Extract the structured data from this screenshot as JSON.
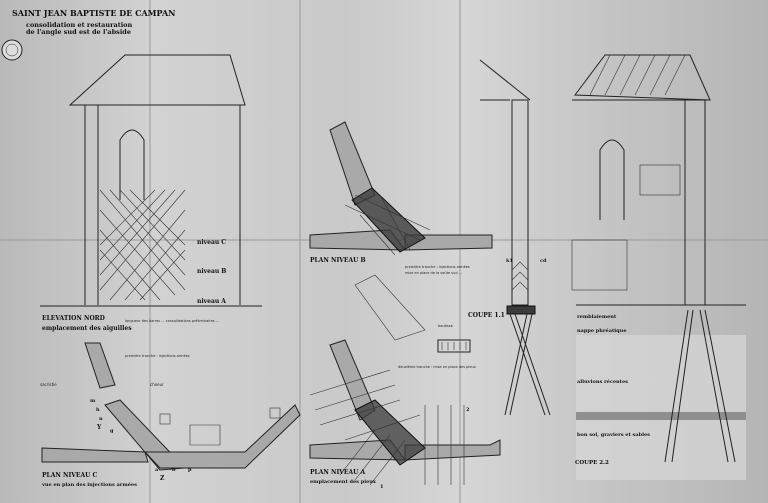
{
  "header": {
    "title": "SAINT JEAN BAPTISTE DE CAMPAN",
    "subtitle_1": "consolidation et restauration",
    "subtitle_2": "de l'angle sud est de l'abside",
    "stamp": "STAMP"
  },
  "elevation_nord": {
    "title": "ELEVATION NORD",
    "subtitle": "emplacement des aiguilles",
    "levels": [
      "niveau C",
      "niveau B",
      "niveau A"
    ],
    "note": "longueur des barres ... consolidations préliminaires ..."
  },
  "plan_niveau_b": {
    "title": "PLAN NIVEAU B",
    "note_1": "première tranche : injections armées",
    "note_2": "mise en place de la voûte sud ..."
  },
  "plan_niveau_c": {
    "title": "PLAN NIVEAU C",
    "subtitle": "vue en plan des injections armées",
    "rooms": [
      "sacristie",
      "choeur"
    ],
    "note": "première tranche : injections armées",
    "letters": [
      "m",
      "h",
      "n",
      "Y",
      "g",
      "Z",
      "a",
      "b",
      "p"
    ]
  },
  "plan_niveau_a": {
    "title": "PLAN NIVEAU A",
    "subtitle": "emplacement des pieux",
    "note": "deuxième tranche : mise en place des pieux",
    "detail": "boutisse",
    "section_marks": [
      "1",
      "2"
    ]
  },
  "coupe_1_1": {
    "title": "COUPE 1.1",
    "marks": [
      "k1",
      "cd"
    ]
  },
  "coupe_2_2": {
    "title": "COUPE 2.2",
    "strata": [
      "remblaiement",
      "nappe phréatique",
      "alluvions récentes",
      "bon sol, graviers et sables"
    ]
  }
}
